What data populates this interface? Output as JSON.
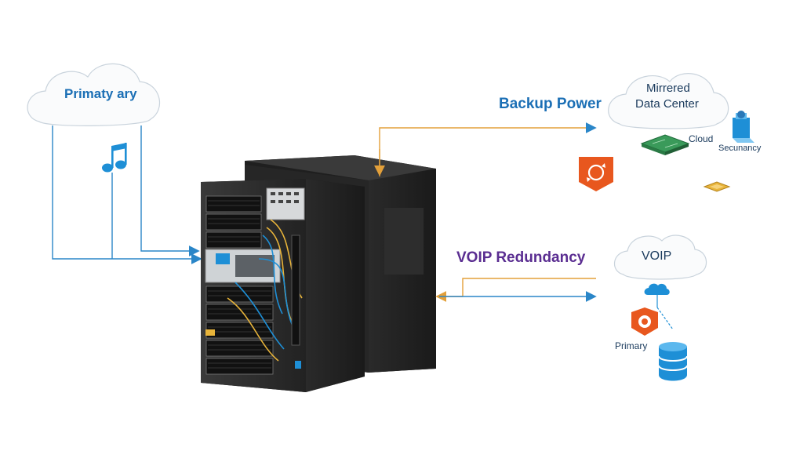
{
  "labels": {
    "primary_cloud": "Primaty ary",
    "backup_power": "Backup Power",
    "mirrored_line1": "Mirrered",
    "mirrored_line2": "Data Center",
    "cloud": "Cloud",
    "secondary": "Secunancy",
    "voip_redundancy": "VOIP Redundancy",
    "voip_cloud": "VOIP",
    "primary_small": "Primary"
  },
  "colors": {
    "blue_text": "#1b6fb5",
    "purple_text": "#5a2d91",
    "line_blue": "#2a86c8",
    "line_orange": "#e3a03a",
    "server_dark": "#2b2b2b",
    "icon_orange": "#e8571e",
    "icon_blue": "#1e8fd6",
    "icon_green": "#3a9a5a",
    "icon_yellow": "#e8b43a"
  },
  "icons": [
    "music-note-icon",
    "sync-icon",
    "circuit-board-icon",
    "server-user-icon",
    "chip-icon",
    "cloud-network-icon",
    "gear-badge-icon",
    "database-icon"
  ]
}
